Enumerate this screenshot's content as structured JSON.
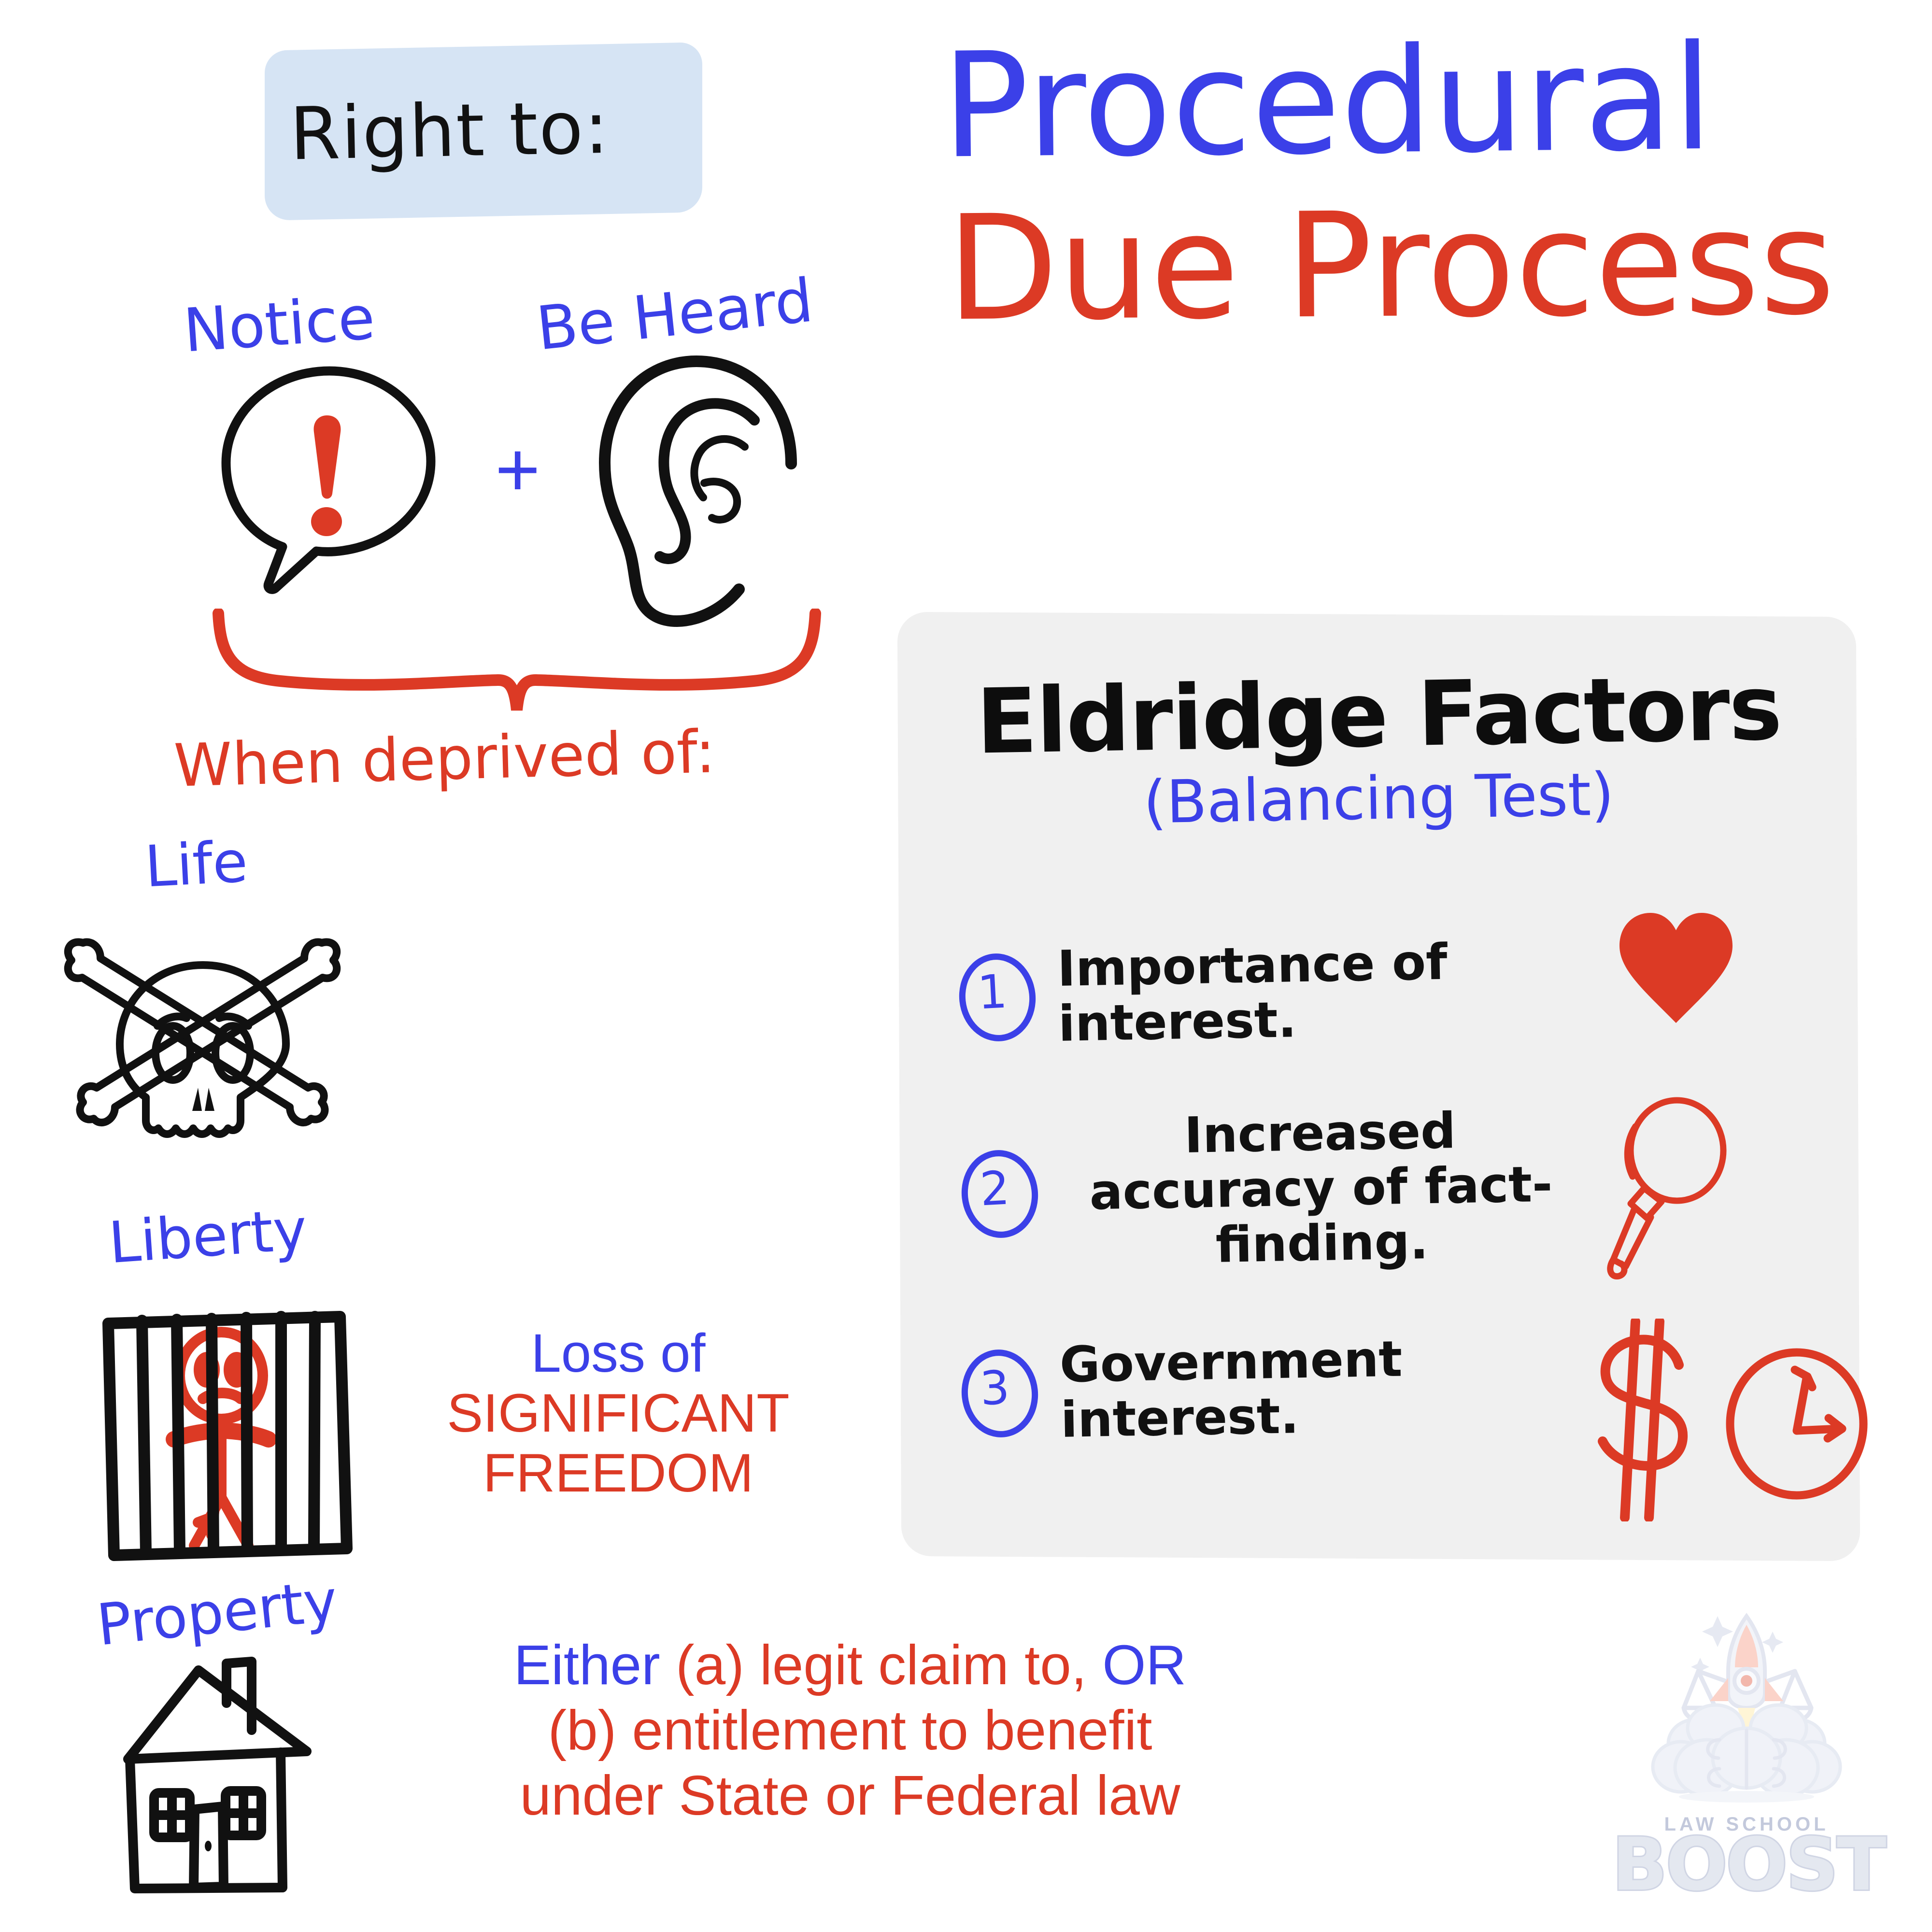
{
  "banner": {
    "label": "Right to:"
  },
  "title": {
    "line1": "Procedural",
    "line2": "Due Process"
  },
  "rights": {
    "notice_label": "Notice",
    "plus": "+",
    "be_heard_label": "Be Heard",
    "when_deprived_label": "When deprived of:"
  },
  "deprivations": [
    {
      "label": "Life",
      "icon": "skull-and-crossbones-icon",
      "text": ""
    },
    {
      "label": "Liberty",
      "icon": "jail-cell-icon",
      "text_line1": "Loss of",
      "text_line2": "SIGNIFICANT",
      "text_line3": "FREEDOM"
    },
    {
      "label": "Property",
      "icon": "house-icon",
      "text_line1_a": "Either",
      "text_line1_b": "(a) legit claim to,",
      "text_line1_c": "OR",
      "text_line2": "(b) entitlement to benefit",
      "text_line3": "under State or Federal law"
    }
  ],
  "eldridge": {
    "title": "Eldridge Factors",
    "subtitle": "(Balancing Test)",
    "factors": [
      {
        "number": "1",
        "text": "Importance of interest.",
        "icon": "heart-icon"
      },
      {
        "number": "2",
        "text": "Increased accuracy of fact-finding.",
        "icon": "magnifying-glass-icon"
      },
      {
        "number": "3",
        "text": "Government interest.",
        "icon": "dollar-sign-icon"
      }
    ]
  },
  "logo": {
    "top_text": "LAW SCHOOL",
    "main_text": "BOOST"
  },
  "colors": {
    "blue": "#3b40e8",
    "red": "#dc3a25",
    "black": "#111111",
    "banner_blue": "#d6e4f4",
    "card_gray": "#f0f0f0"
  }
}
